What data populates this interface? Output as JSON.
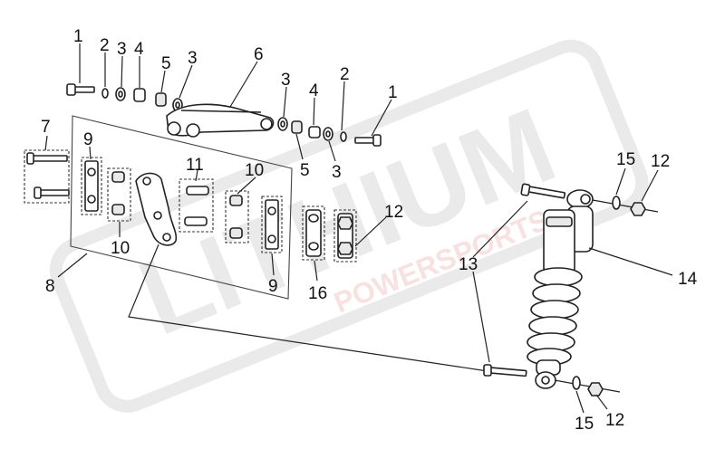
{
  "watermark": {
    "brand": "LITHIUM",
    "tagline": "POWERSPORTS",
    "color": "#d9d9d9",
    "accent_color": "#f3c9c9"
  },
  "callouts": {
    "c1_left": "1",
    "c2_left": "2",
    "c3_left_a": "3",
    "c4_left": "4",
    "c5_left": "5",
    "c3_left_b": "3",
    "c6": "6",
    "c3_right_a": "3",
    "c4_right": "4",
    "c2_right": "2",
    "c1_right": "1",
    "c5_right": "5",
    "c3_right_b": "3",
    "c7": "7",
    "c9_top": "9",
    "c11": "11",
    "c10_top": "10",
    "c10_bottom": "10",
    "c8": "8",
    "c9_bottom": "9",
    "c16": "16",
    "c12_mid": "12",
    "c15_top": "15",
    "c12_top": "12",
    "c13": "13",
    "c14": "14",
    "c15_bottom": "15",
    "c12_bottom": "12"
  }
}
